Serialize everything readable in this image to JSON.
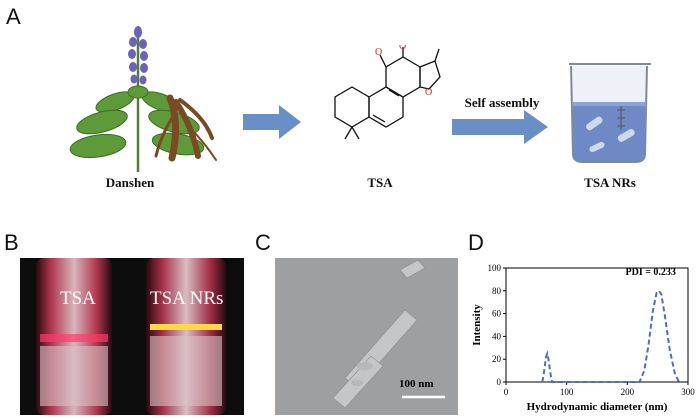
{
  "figure": {
    "panel_a": {
      "letter": "A",
      "plant_label": "Danshen",
      "molecule_label": "TSA",
      "process_label": "Self assembly",
      "product_label": "TSA NRs"
    },
    "panel_b": {
      "letter": "B",
      "left_vial_label": "TSA",
      "right_vial_label": "TSA NRs"
    },
    "panel_c": {
      "letter": "C",
      "scale_bar_label": "100 nm"
    },
    "panel_d": {
      "letter": "D",
      "annotation": "PDI = 0.233"
    }
  },
  "chart_data": {
    "type": "line",
    "xlabel": "Hydrodynamic diameter (nm)",
    "ylabel": "Intensity",
    "xlim": [
      0,
      300
    ],
    "ylim": [
      0,
      100
    ],
    "x_ticks": [
      0,
      100,
      200,
      300
    ],
    "y_ticks": [
      0,
      20,
      40,
      60,
      80,
      100
    ],
    "line_style": "dashed",
    "line_color": "#4a6fc4",
    "series": [
      {
        "x": [
          60,
          63,
          66,
          68,
          70,
          73,
          76,
          220,
          228,
          235,
          242,
          248,
          252,
          256,
          262,
          270,
          278,
          285
        ],
        "y": [
          0,
          10,
          22,
          25,
          20,
          8,
          0,
          0,
          10,
          33,
          62,
          78,
          80,
          77,
          58,
          28,
          8,
          0
        ]
      }
    ],
    "annotation": "PDI = 0.233",
    "grid": false
  }
}
